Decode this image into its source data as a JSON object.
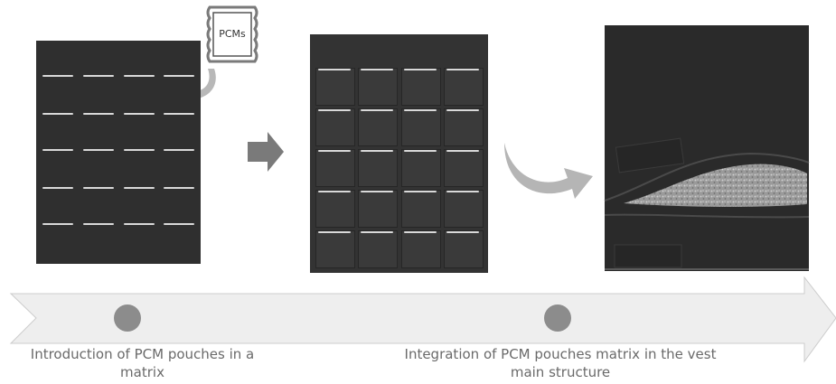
{
  "pcm_label": "PCMs",
  "captions": {
    "step1": "Introduction of PCM pouches in a matrix",
    "step2": "Integration of PCM pouches matrix  in the vest main structure"
  },
  "colors": {
    "panel": "#2f2f2f",
    "timeline_arrow": "#eeeeee",
    "timeline_dot": "#8c8c8c",
    "step_arrow": "#7a7a7a",
    "curved_arrow": "#b5b5b5"
  }
}
